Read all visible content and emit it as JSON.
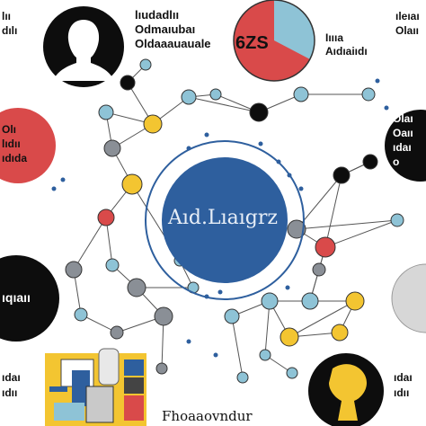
{
  "center": {
    "label": "Aıd.Lıaıgrz"
  },
  "top_text_block": [
    "lıudadlıı",
    "Odmaıubaı",
    "Oldaaauauale"
  ],
  "pie": {
    "label": "6ZS",
    "value_fraction": 0.68
  },
  "pie_side_text": [
    "Iıııa",
    "Aıdıaiıdı"
  ],
  "left_top_text": [
    "lıı",
    "dılı"
  ],
  "right_top_text": [
    "ıleıaı",
    "Olaıı"
  ],
  "red_circle_text": [
    "Olı",
    "lıdıı",
    "ıdıda"
  ],
  "black_right_circle_text": [
    "Olaı",
    "Oaıı",
    "ıdaı",
    "o"
  ],
  "black_left_circle_text": "ıqıaıı",
  "bottom_left_text": [
    "ıdaı",
    "ıdıı"
  ],
  "bottom_right_text": [
    "ıdaı",
    "ıdıı"
  ],
  "photo_caption": "Fhoaaovndur",
  "colors": {
    "blue": "#2e5f9e",
    "red": "#d94a4a",
    "yellow": "#f3c531",
    "light_blue": "#8ec3d6",
    "gray": "#8a8f96",
    "black": "#0d0d0d"
  },
  "icons": [
    "person-silhouette-icon",
    "keyhole-icon"
  ]
}
